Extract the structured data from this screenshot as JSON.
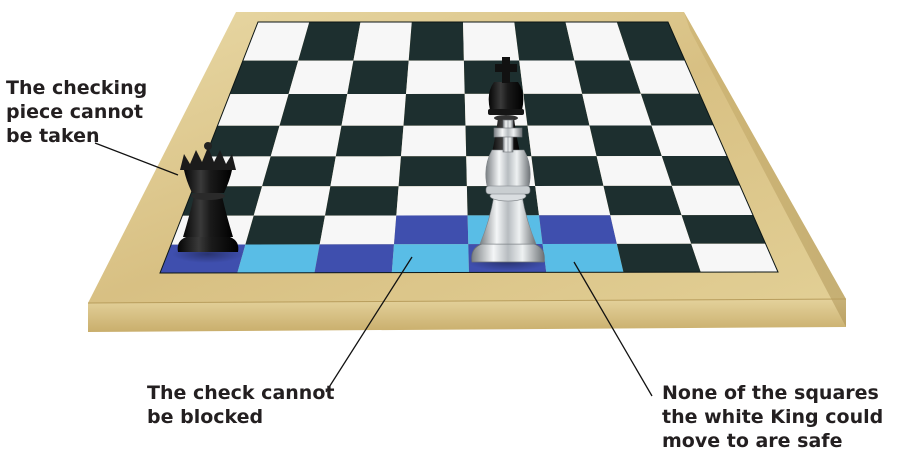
{
  "annotations": {
    "checking_piece_cannot_be_taken": [
      "The checking",
      "piece cannot",
      "be taken"
    ],
    "check_cannot_be_blocked": [
      "The check cannot",
      "be blocked"
    ],
    "king_squares_not_safe": [
      "None of the squares",
      "the white King could",
      "move to are safe"
    ]
  },
  "pieces": [
    {
      "name": "black-queen",
      "color": "black",
      "type": "queen"
    },
    {
      "name": "black-king",
      "color": "black",
      "type": "king"
    },
    {
      "name": "white-king",
      "color": "white",
      "type": "king"
    }
  ],
  "colors": {
    "dark_square": "#1d2f2f",
    "light_square": "#f7f7f7",
    "check_line_square": "#3f4fae",
    "king_escape_square": "#59bde6",
    "board_frame": "#d9c386",
    "label_text": "#231f20"
  }
}
